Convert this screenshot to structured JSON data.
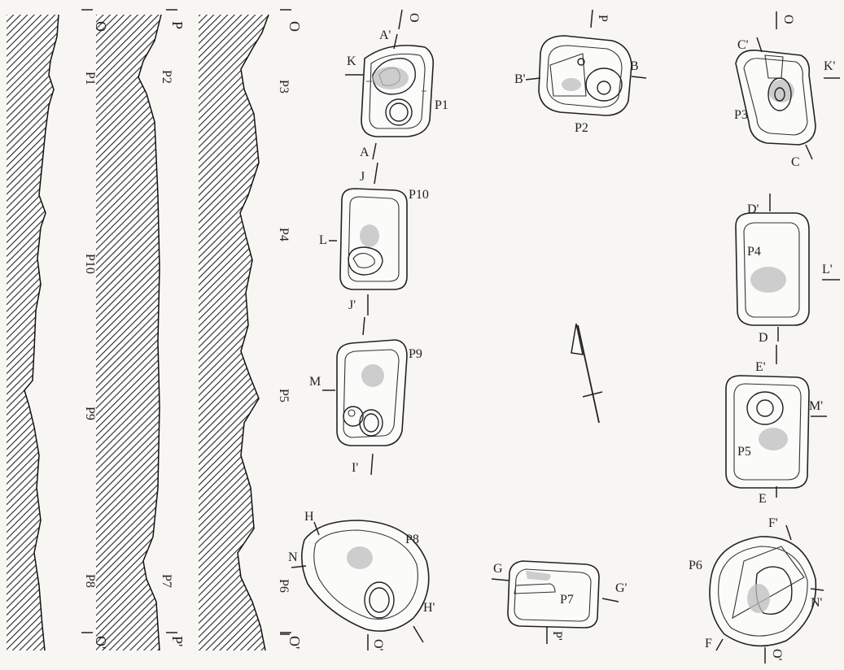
{
  "profiles": {
    "strip1": {
      "top": "O",
      "bottom": "O'",
      "labels": [
        "P1",
        "P10",
        "P9",
        "P8"
      ]
    },
    "strip2": {
      "top": "P",
      "bottom": "P'",
      "labels": [
        "P2",
        "P7"
      ]
    },
    "strip3": {
      "top": "O",
      "bottom": "O'",
      "labels": [
        "P3",
        "P4",
        "P5",
        "P6"
      ]
    }
  },
  "pebbles": {
    "p1": "P1",
    "p2": "P2",
    "p3": "P3",
    "p4": "P4",
    "p5": "P5",
    "p6": "P6",
    "p7": "P7",
    "p8": "P8",
    "p9": "P9",
    "p10": "P10"
  },
  "section_marks": {
    "O_top": "O",
    "P_top": "P",
    "O_top_right": "O",
    "A": "A",
    "A_prime": "A'",
    "B": "B",
    "B_prime": "B'",
    "C": "C",
    "C_prime": "C'",
    "D": "D",
    "D_prime": "D'",
    "E": "E",
    "E_prime": "E'",
    "F": "F",
    "F_prime": "F'",
    "G": "G",
    "G_prime": "G'",
    "H": "H",
    "H_prime": "H'",
    "I_prime": "I'",
    "J": "J",
    "J_prime": "J'",
    "K": "K",
    "K_prime": "K'",
    "L": "L",
    "L_prime": "L'",
    "M": "M",
    "M_prime": "M'",
    "N": "N",
    "N_prime": "N'",
    "O_bottom": "O'",
    "P_bottom": "P'",
    "O_bottom_right": "O'"
  }
}
